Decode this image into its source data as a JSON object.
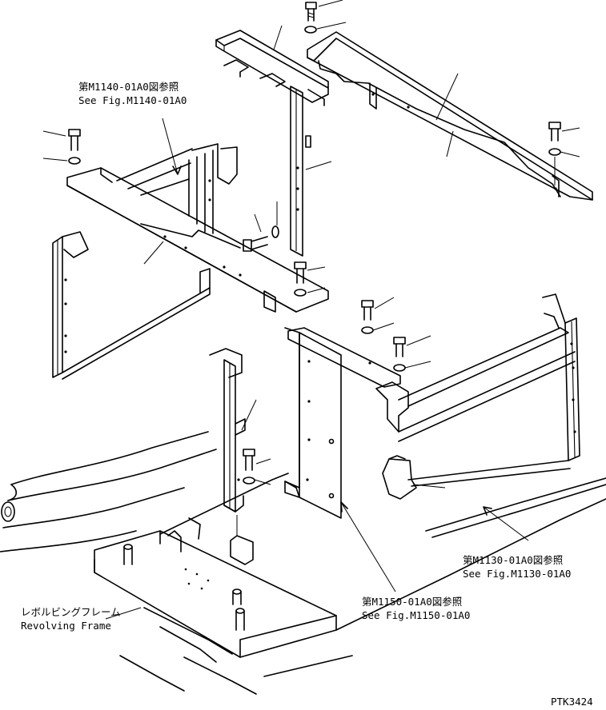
{
  "references": {
    "m1140": {
      "jp": "第M1140-01A0図参照",
      "en": "See Fig.M1140-01A0"
    },
    "m1130": {
      "jp": "第M1130-01A0図参照",
      "en": "See Fig.M1130-01A0"
    },
    "m1150": {
      "jp": "第M1150-01A0図参照",
      "en": "See Fig.M1150-01A0"
    }
  },
  "revolving_frame": {
    "jp": "レボルビングフレーム",
    "en": "Revolving Frame"
  },
  "drawing_code": "PTK3424"
}
